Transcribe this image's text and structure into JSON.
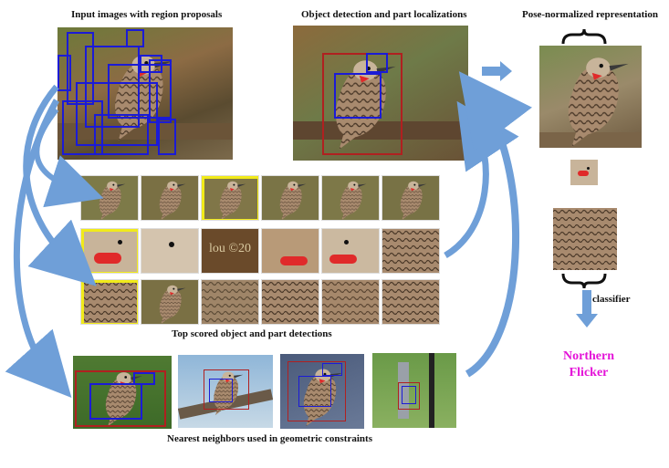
{
  "labels": {
    "input_images": "Input images with region proposals",
    "object_detection": "Object detection and part localizations",
    "pose_normalized": "Pose-normalized representation",
    "top_scored": "Top scored object and part detections",
    "nearest_neighbors": "Nearest neighbors used in geometric constraints",
    "classifier": "classifier"
  },
  "result": {
    "line1": "Northern",
    "line2": "Flicker"
  },
  "watermark": "lou ©20",
  "icons": [
    "brace-top-icon",
    "brace-bottom-icon",
    "down-arrow-icon",
    "right-arrow-icon",
    "curved-arrow-icon"
  ],
  "colors": {
    "proposal_box": "#1b1bd6",
    "object_box": "#b02020",
    "selected_tile": "#f1ea1a",
    "arrow": "#6f9fd8",
    "result_text": "#e414d8"
  }
}
